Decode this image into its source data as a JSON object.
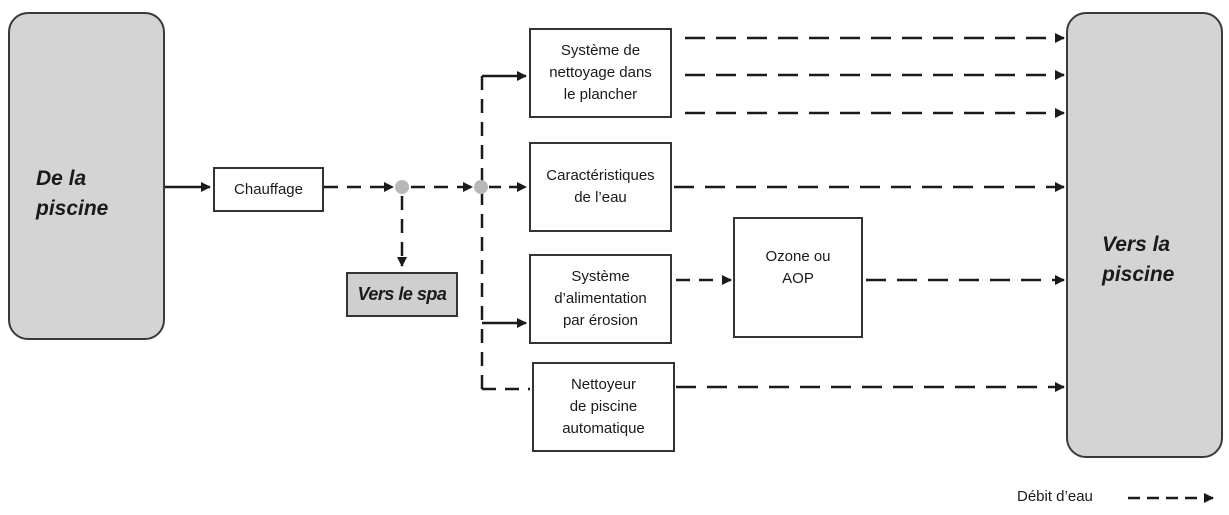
{
  "source": {
    "label": "De la\npiscine"
  },
  "target": {
    "label": "Vers la\npiscine"
  },
  "heater": {
    "label": "Chauffage"
  },
  "spa": {
    "label": "Vers le spa"
  },
  "devices": {
    "floor_cleaning": "Système de\nnettoyage dans\nle plancher",
    "water_features": "Caractéristiques\nde l’eau",
    "erosion_feeder": "Système\nd’alimentation\npar érosion",
    "ozone": "Ozone ou\nAOP",
    "pool_cleaner": "Nettoyeur\nde piscine\nautomatique"
  },
  "legend": {
    "label": "Débit d’eau"
  },
  "colors": {
    "box_fill": "#ffffff",
    "pool_fill": "#d4d4d4",
    "spa_fill": "#cfcfcf",
    "line": "#1a1a1a",
    "junction": "#b8b8b8"
  }
}
